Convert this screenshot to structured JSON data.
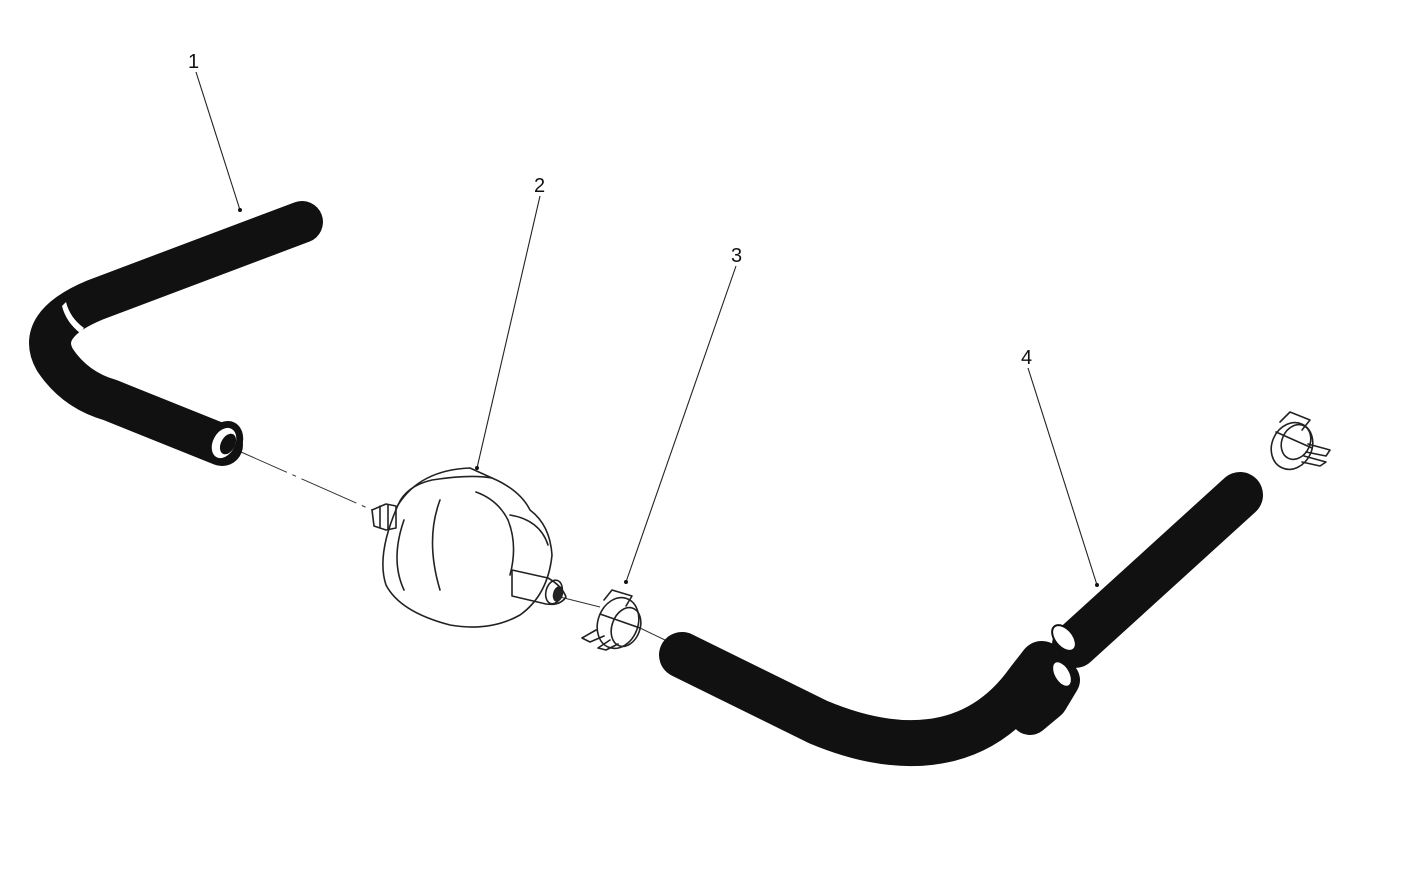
{
  "diagram": {
    "colors": {
      "hose": "#111111",
      "line_art": "#222222",
      "background": "#ffffff"
    },
    "callouts": [
      {
        "label": "1",
        "part": "vacuum-hose"
      },
      {
        "label": "2",
        "part": "inline-filter"
      },
      {
        "label": "3",
        "part": "hose-clamp"
      },
      {
        "label": "4",
        "part": "vacuum-hose-with-clamp"
      }
    ]
  }
}
